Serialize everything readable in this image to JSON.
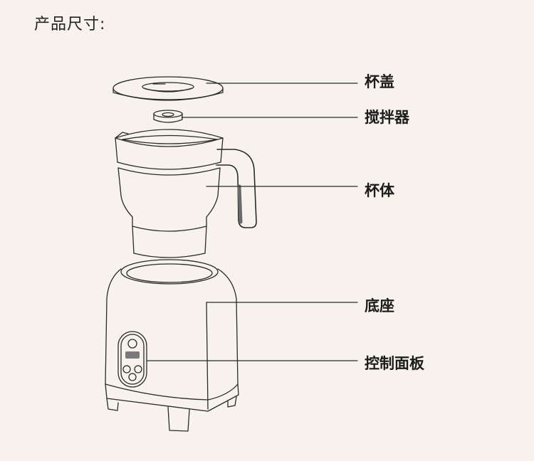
{
  "title": "产品尺寸:",
  "labels": {
    "lid": "杯盖",
    "whisk": "搅拌器",
    "cup": "杯体",
    "base": "底座",
    "panel": "控制面板"
  },
  "colors": {
    "background": "#f7f3ec",
    "line": "#2a2a2a",
    "handle": "#6b6b6b",
    "panel_fill": "#7a7a7a"
  }
}
